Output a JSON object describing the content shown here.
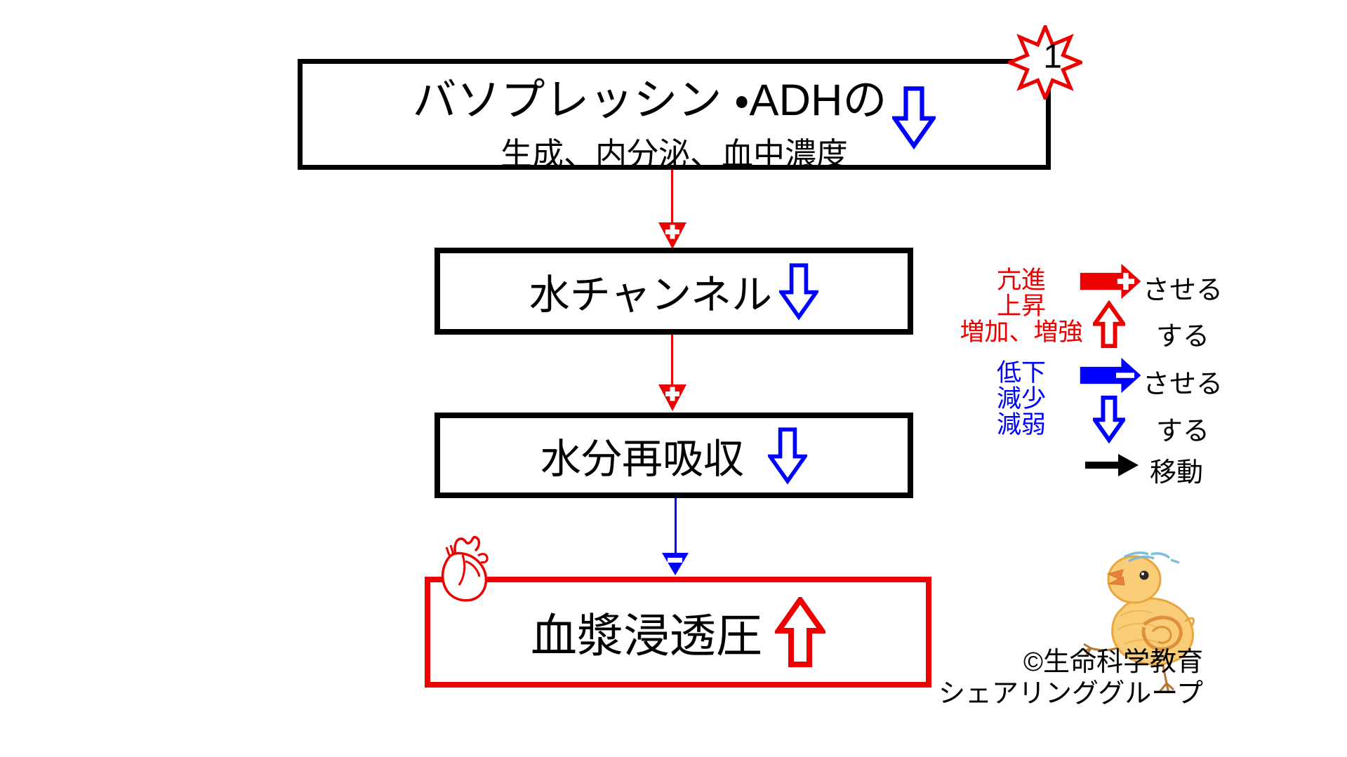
{
  "flow": {
    "box1": {
      "title": "バソプレッシン ・ADHの",
      "subtitle": "生成、内分泌、血中濃度",
      "badge": "1"
    },
    "box2": {
      "label": "水チャンネル"
    },
    "box3": {
      "label": "水分再吸収"
    },
    "box4": {
      "label": "血漿浸透圧"
    }
  },
  "legend": {
    "increase_terms": [
      "亢進",
      "上昇",
      "増加、増強"
    ],
    "increase_cause_label": "させる",
    "increase_do_label": "する",
    "decrease_terms": [
      "低下",
      "減少",
      "減弱"
    ],
    "decrease_cause_label": "させる",
    "decrease_do_label": "する",
    "move_label": "移動"
  },
  "credit": {
    "line1": "©生命科学教育",
    "line2": "シェアリンググループ"
  },
  "icons": {
    "badge_star": "starburst",
    "plus_symbol": "+",
    "minus_symbol": "−",
    "down_arrow": "⇩",
    "up_arrow": "⇧",
    "right_arrow": "➡",
    "heart": "anatomical-heart-sketch",
    "chick": "chick-crayon-drawing"
  },
  "colors": {
    "red": "#ec0000",
    "blue": "#0000ff",
    "black": "#000000",
    "chick_body": "#f9cd77",
    "chick_shade": "#e9a63e",
    "chick_beak": "#e8823a",
    "chick_hair": "#6fb7d8"
  }
}
